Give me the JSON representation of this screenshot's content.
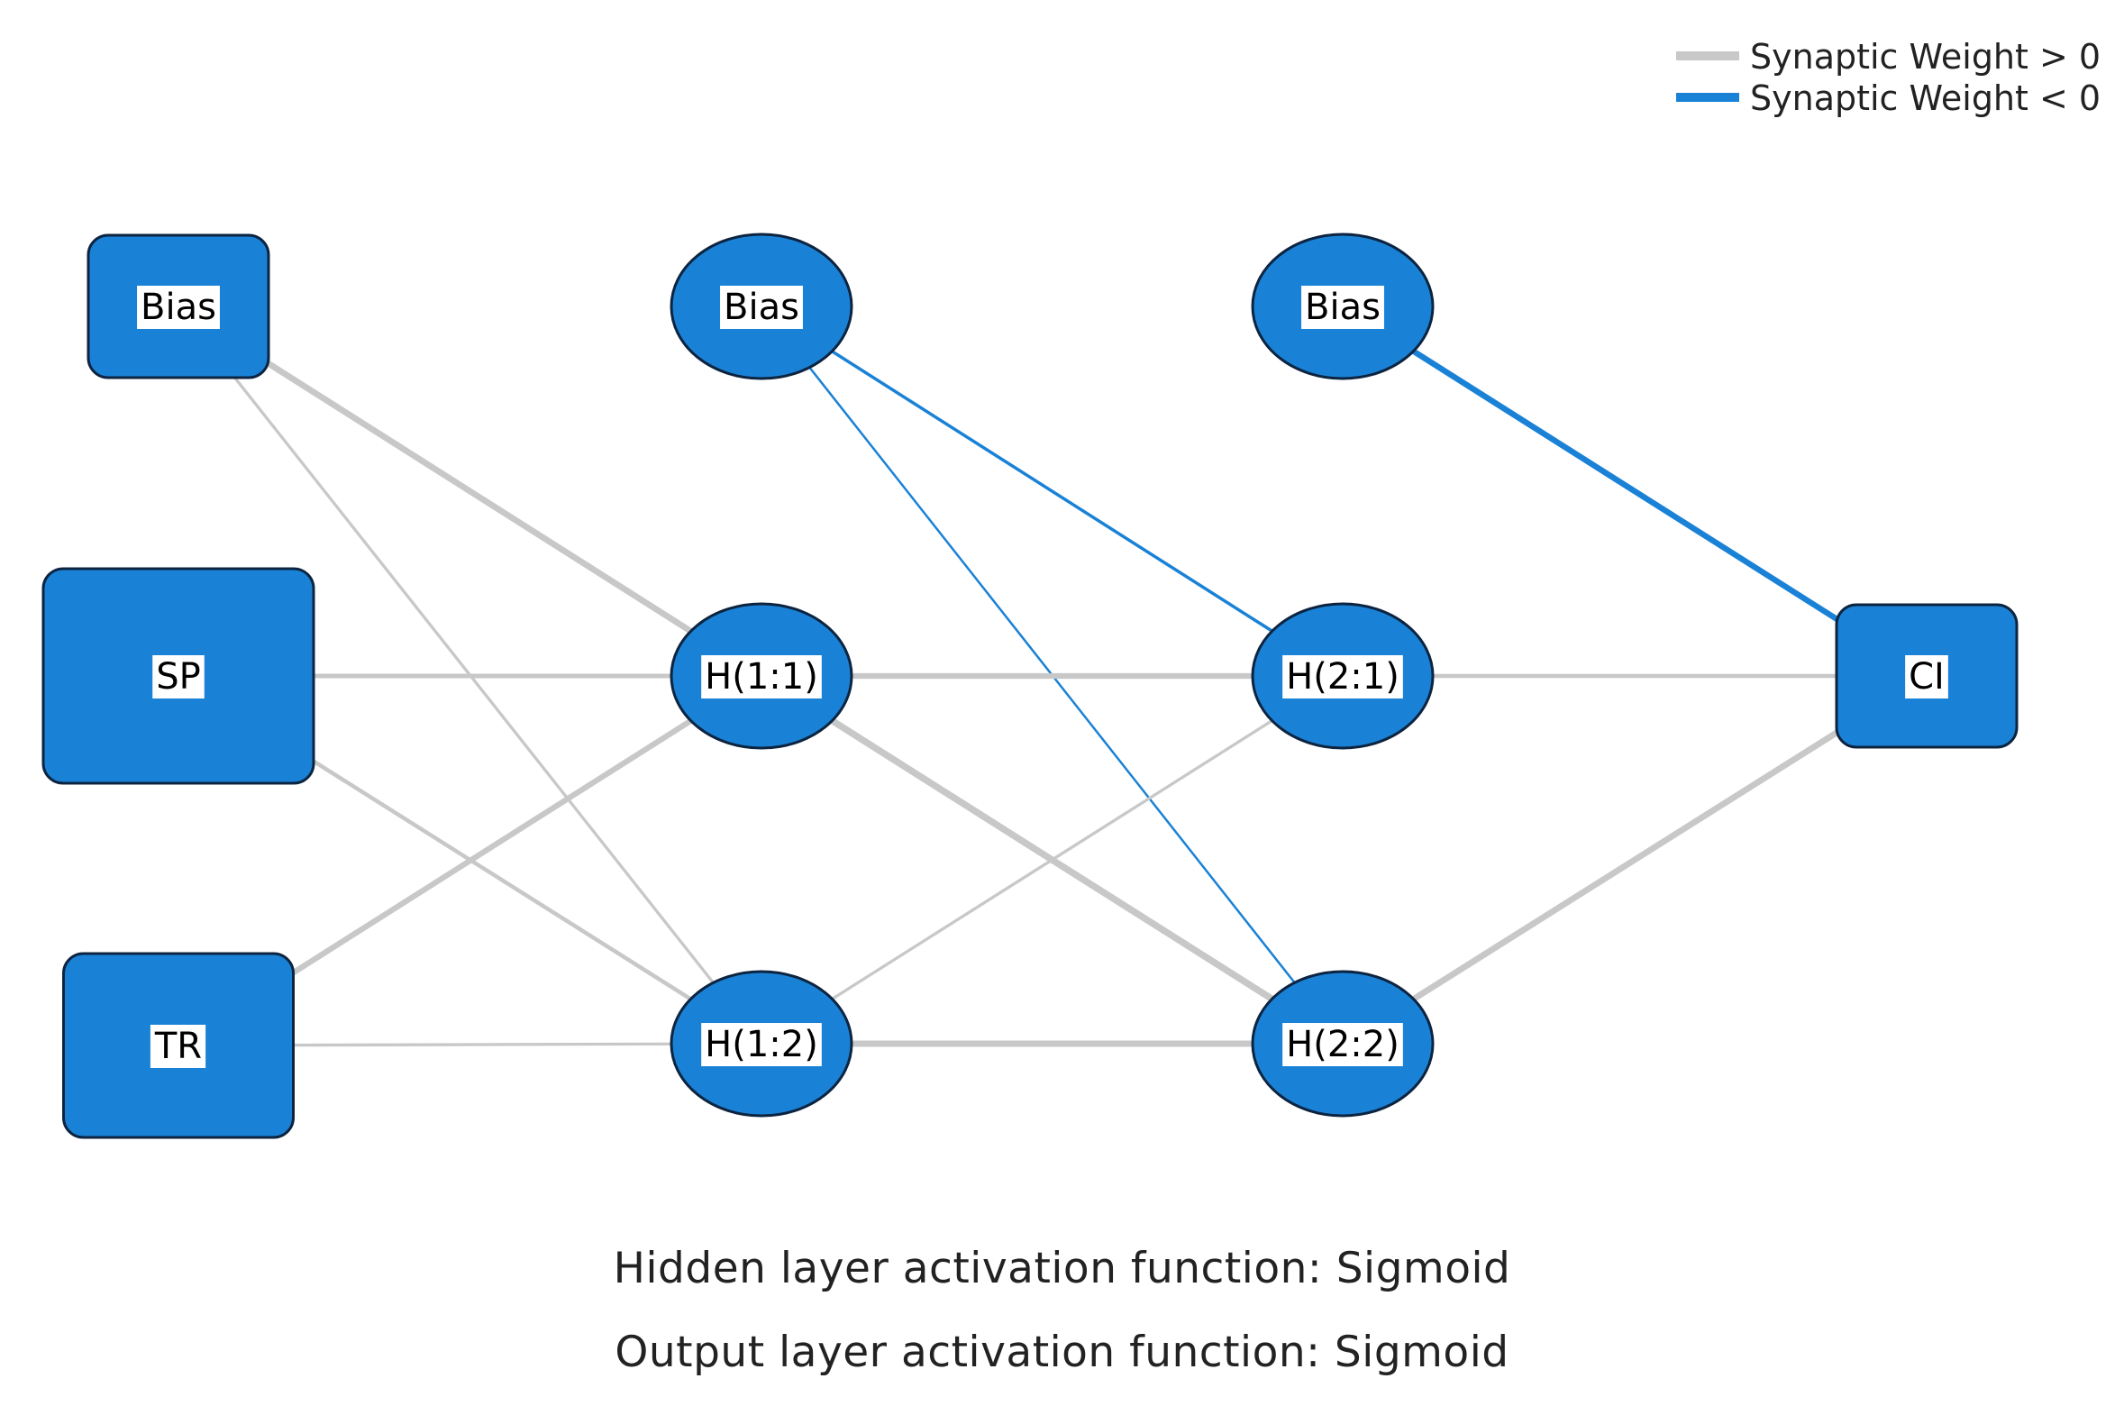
{
  "legend": {
    "positive_label": "Synaptic Weight > 0",
    "negative_label": "Synaptic Weight < 0",
    "positive_color": "#c8c8c8",
    "negative_color": "#1a82d6"
  },
  "colors": {
    "node_fill": "#1a82d6",
    "node_stroke": "#0c2440"
  },
  "layers": [
    {
      "name": "input",
      "nodes": [
        {
          "id": "in_bias",
          "label": "Bias",
          "shape": "rect"
        },
        {
          "id": "sp",
          "label": "SP",
          "shape": "rect"
        },
        {
          "id": "tr",
          "label": "TR",
          "shape": "rect"
        }
      ]
    },
    {
      "name": "hidden1",
      "nodes": [
        {
          "id": "h1_bias",
          "label": "Bias",
          "shape": "ellipse"
        },
        {
          "id": "h11",
          "label": "H(1:1)",
          "shape": "ellipse"
        },
        {
          "id": "h12",
          "label": "H(1:2)",
          "shape": "ellipse"
        }
      ]
    },
    {
      "name": "hidden2",
      "nodes": [
        {
          "id": "h2_bias",
          "label": "Bias",
          "shape": "ellipse"
        },
        {
          "id": "h21",
          "label": "H(2:1)",
          "shape": "ellipse"
        },
        {
          "id": "h22",
          "label": "H(2:2)",
          "shape": "ellipse"
        }
      ]
    },
    {
      "name": "output",
      "nodes": [
        {
          "id": "ci",
          "label": "CI",
          "shape": "rect"
        }
      ]
    }
  ],
  "connections": [
    {
      "from": "in_bias",
      "to": "h11",
      "sign": "positive",
      "weight": 0.9
    },
    {
      "from": "in_bias",
      "to": "h12",
      "sign": "positive",
      "weight": 0.3
    },
    {
      "from": "sp",
      "to": "h11",
      "sign": "positive",
      "weight": 0.6
    },
    {
      "from": "sp",
      "to": "h12",
      "sign": "positive",
      "weight": 0.5
    },
    {
      "from": "tr",
      "to": "h11",
      "sign": "positive",
      "weight": 0.8
    },
    {
      "from": "tr",
      "to": "h12",
      "sign": "positive",
      "weight": 0.3
    },
    {
      "from": "h1_bias",
      "to": "h21",
      "sign": "negative",
      "weight": 0.4
    },
    {
      "from": "h1_bias",
      "to": "h22",
      "sign": "negative",
      "weight": 0.2
    },
    {
      "from": "h11",
      "to": "h21",
      "sign": "positive",
      "weight": 0.8
    },
    {
      "from": "h11",
      "to": "h22",
      "sign": "positive",
      "weight": 1.0
    },
    {
      "from": "h12",
      "to": "h21",
      "sign": "positive",
      "weight": 0.3
    },
    {
      "from": "h12",
      "to": "h22",
      "sign": "positive",
      "weight": 0.9
    },
    {
      "from": "h2_bias",
      "to": "ci",
      "sign": "negative",
      "weight": 1.0
    },
    {
      "from": "h21",
      "to": "ci",
      "sign": "positive",
      "weight": 0.5
    },
    {
      "from": "h22",
      "to": "ci",
      "sign": "positive",
      "weight": 0.9
    }
  ],
  "captions": {
    "hidden": "Hidden layer activation function: Sigmoid",
    "output": "Output layer activation function: Sigmoid"
  }
}
